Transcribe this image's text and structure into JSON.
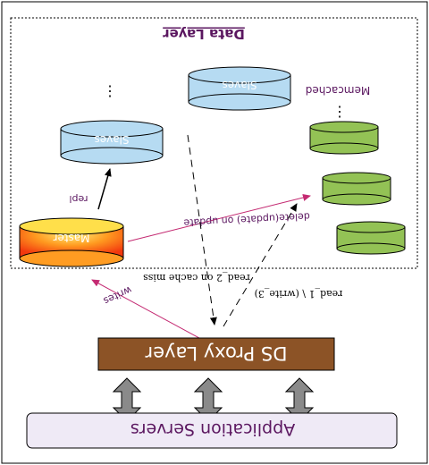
{
  "data_layer": {
    "title": "Data Layer"
  },
  "slaves": {
    "label": "Slaves",
    "label2": "Slaves"
  },
  "memcached": {
    "label": "Memcached"
  },
  "master": {
    "label": "Master"
  },
  "edges": {
    "repl": "repl",
    "delete_update": "delete(update) on update",
    "writes": "writes",
    "read2": "read_2 on cache miss",
    "read1": "read_1 \\ (write_3)"
  },
  "proxy": {
    "label": "DS Proxy Layer"
  },
  "app": {
    "label": "Application Servers"
  },
  "ellipsis": "⋮",
  "colors": {
    "slave_fill": "#b6dbf2",
    "memcached_fill": "#93c255",
    "proxy_fill": "#8c5326",
    "app_fill": "#efeaf6",
    "edge_pink": "#c42a72",
    "purple_text": "#5b1760"
  }
}
